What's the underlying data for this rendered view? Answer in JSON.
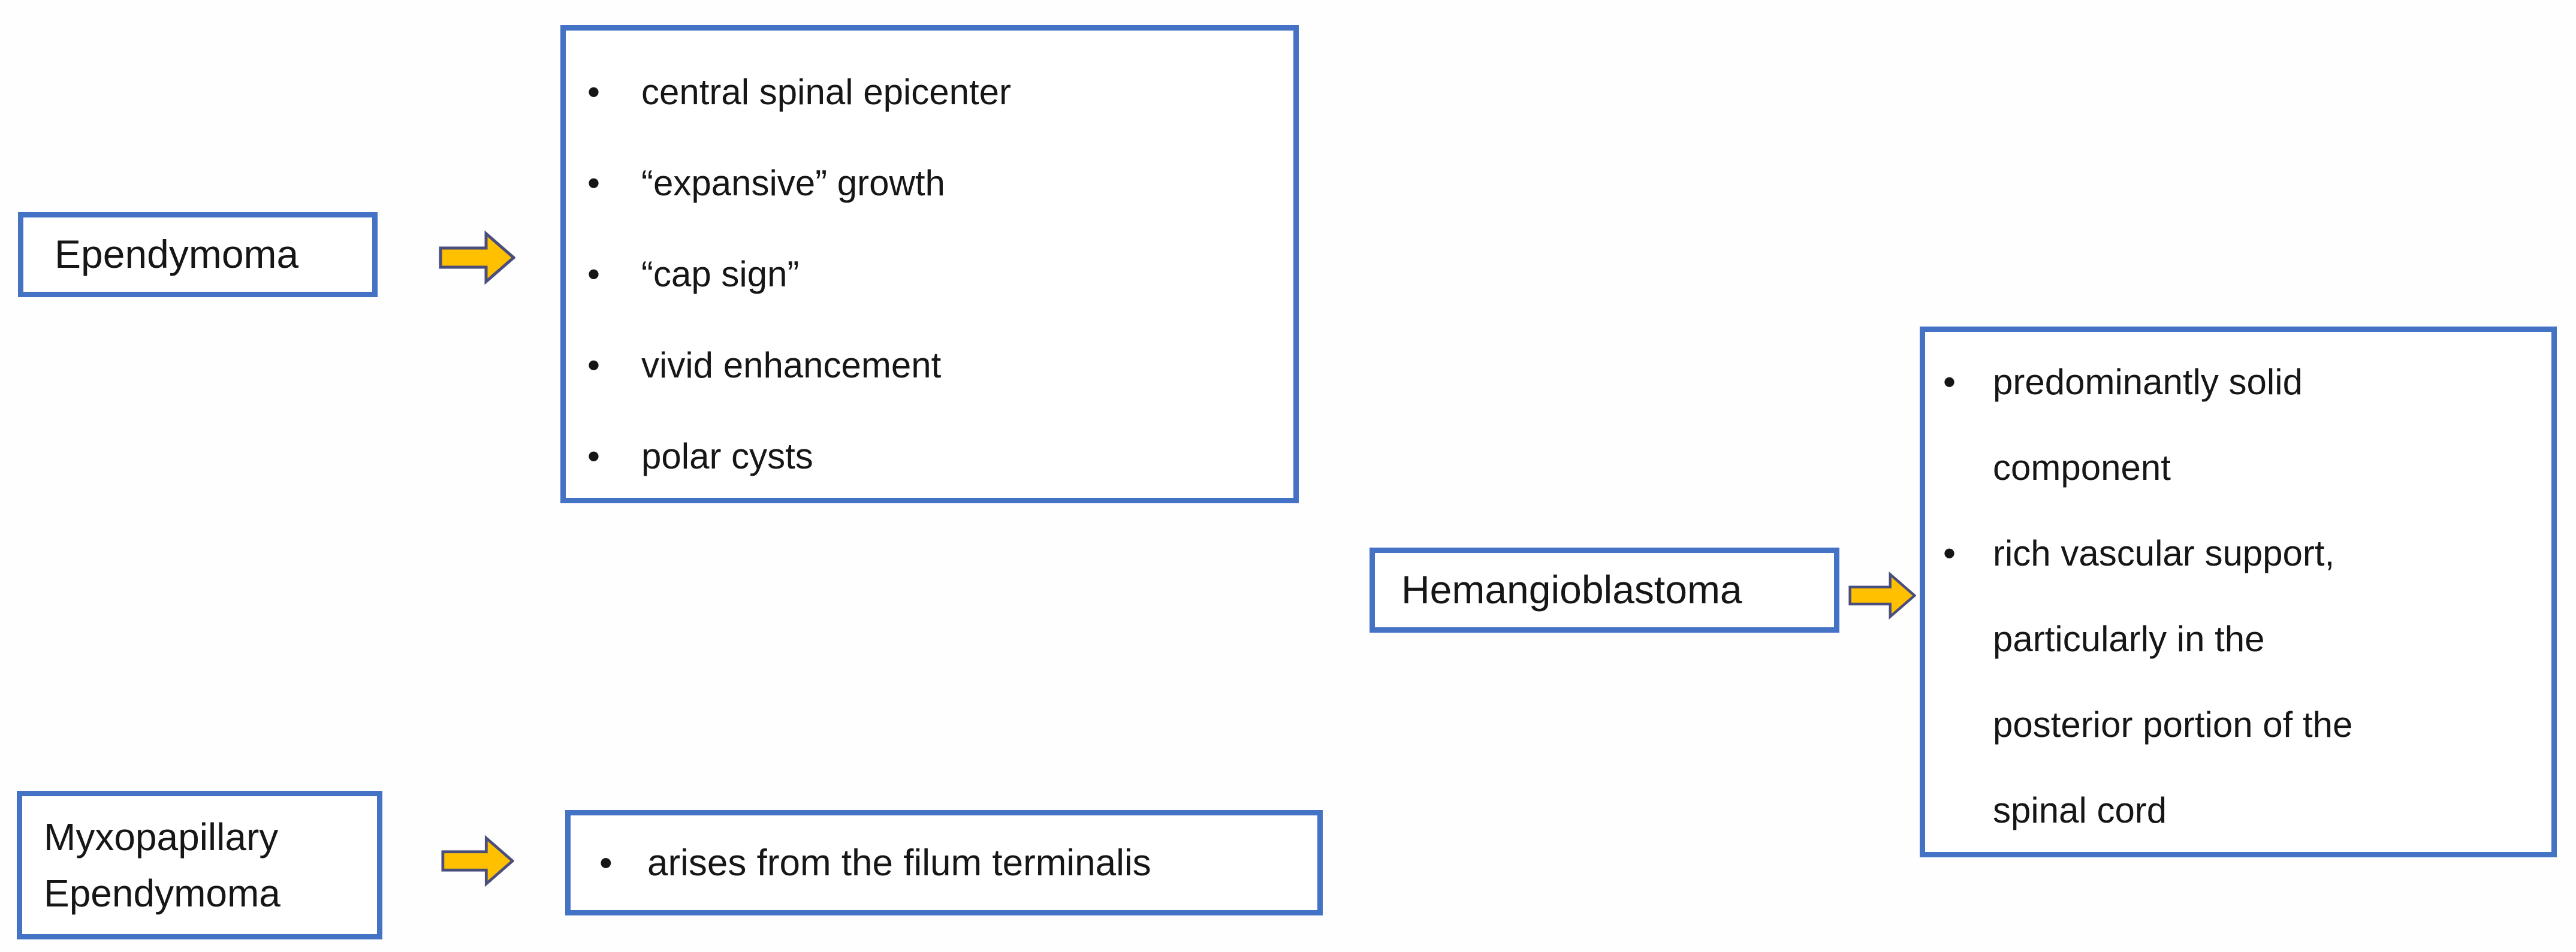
{
  "diagram": {
    "colors": {
      "background": "#fefefe",
      "box_border": "#4472c4",
      "arrow_fill": "#ffc000",
      "arrow_outline": "#4a4e7c",
      "text": "#161616"
    },
    "bullet_char": "•"
  },
  "ependymoma": {
    "label": "Ependymoma",
    "features": [
      "central spinal epicenter",
      "“expansive” growth",
      "“cap sign”",
      "vivid enhancement",
      "polar cysts"
    ]
  },
  "myxopapillary_ependymoma": {
    "label": "Myxopapillary Ependymoma",
    "features": [
      "arises from the filum terminalis"
    ]
  },
  "hemangioblastoma": {
    "label": "Hemangioblastoma",
    "features": [
      {
        "lines": [
          "predominantly solid",
          "component"
        ]
      },
      {
        "lines": [
          "rich vascular support,",
          "particularly in the",
          "posterior portion of the",
          "spinal cord"
        ]
      }
    ]
  }
}
